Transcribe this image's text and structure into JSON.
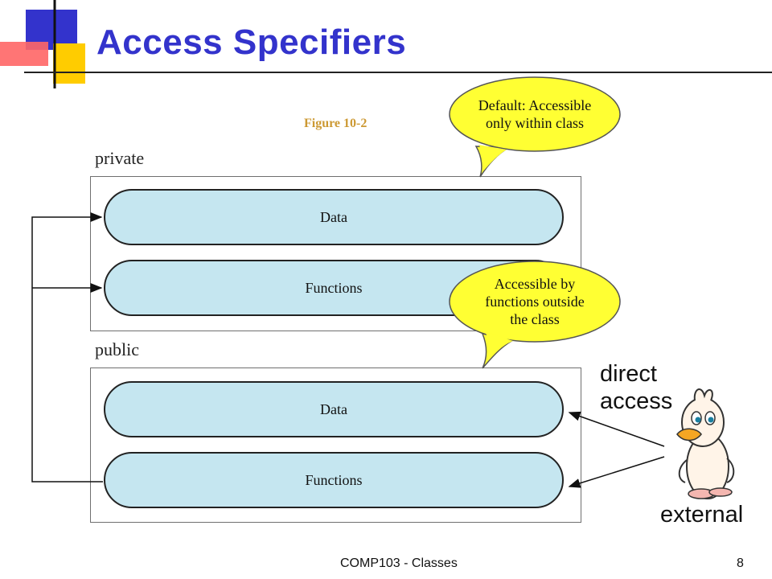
{
  "slide": {
    "title": "Access Specifiers",
    "figure_caption": "Figure 10-2",
    "footer_text": "COMP103 - Classes",
    "page_number": "8",
    "title_color": "#3333cc"
  },
  "diagram": {
    "private_label": "private",
    "public_label": "public",
    "private_data": "Data",
    "private_functions": "Functions",
    "public_data": "Data",
    "public_functions": "Functions",
    "pill_color": "#c5e6f0",
    "bubble_color": "#ffff33"
  },
  "callouts": {
    "default_line1": "Default: Accessible",
    "default_line2": "only within class",
    "public_line1": "Accessible by",
    "public_line2": "functions outside",
    "public_line3": "the class"
  },
  "external": {
    "direct_line1": "direct",
    "direct_line2": "access",
    "external_label": "external",
    "mascot_icon": "duck-icon"
  }
}
